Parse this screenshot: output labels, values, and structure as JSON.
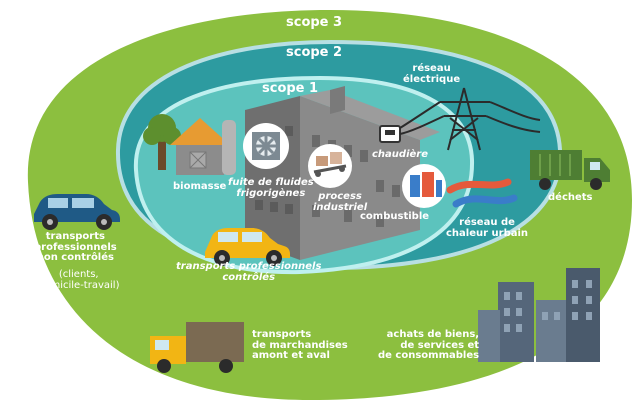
{
  "scopes": {
    "scope3": "scope 3",
    "scope2": "scope 2",
    "scope1": "scope 1"
  },
  "labels": {
    "reseau_electrique": [
      "réseau",
      "électrique"
    ],
    "chaudiere": "chaudière",
    "biomasse": "biomasse",
    "fluides": [
      "fuite de fluides",
      "frigorigènes"
    ],
    "process": [
      "process",
      "industriel"
    ],
    "combustible": "combustible",
    "reseau_chaleur": [
      "réseau de",
      "chaleur urbain"
    ],
    "transports_pro_controles": [
      "transports professionnels",
      "contrôlés"
    ],
    "transports_non_controles": [
      "transports",
      "professionnels",
      "non contrôlés"
    ],
    "transports_non_controles_detail": [
      "(clients,",
      "domicile-travail)"
    ],
    "dechets": "déchets",
    "transports_marchandises": [
      "transports",
      "de marchandises",
      "amont et aval"
    ],
    "achats": [
      "achats de biens,",
      "de services et",
      "de consommables"
    ]
  },
  "colors": {
    "scope3": "#8cbf3f",
    "scope2": "#2d9ba0",
    "scope1": "#5cc3bd",
    "scope1_border": "#bff0ef",
    "scope2_border": "#b8dfe3",
    "building": "#7d7d7d",
    "car_blue": "#1f5a86",
    "car_yellow": "#f2b514",
    "truck_green": "#4e7e33",
    "truck_brown": "#7b6a52",
    "city": "#55667a"
  }
}
